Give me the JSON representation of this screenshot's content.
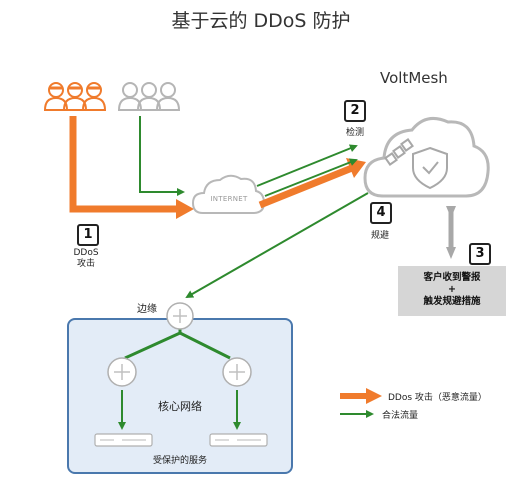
{
  "title": "基于云的 DDoS 防护",
  "brand": "VoltMesh",
  "cloud_label": "INTERNET",
  "steps": [
    {
      "num": "1",
      "label_lines": [
        "DDoS",
        "攻击"
      ]
    },
    {
      "num": "2",
      "label": "检测"
    },
    {
      "num": "3"
    },
    {
      "num": "4",
      "label": "规避"
    }
  ],
  "customer_box": {
    "line1": "客户收到警报",
    "line2": "+",
    "line3": "触发规避措施"
  },
  "edge_label": "边缘",
  "core_label": "核心网络",
  "protected_label": "受保护的服务",
  "legend": {
    "attack": "DDos 攻击（恶意流量）",
    "legit": "合法流量"
  },
  "colors": {
    "attack": "#f07b2c",
    "legit": "#2e8a2e",
    "gray": "#a8a8a8",
    "network_fill": "#e3ecf7",
    "network_border": "#4a78ad"
  }
}
